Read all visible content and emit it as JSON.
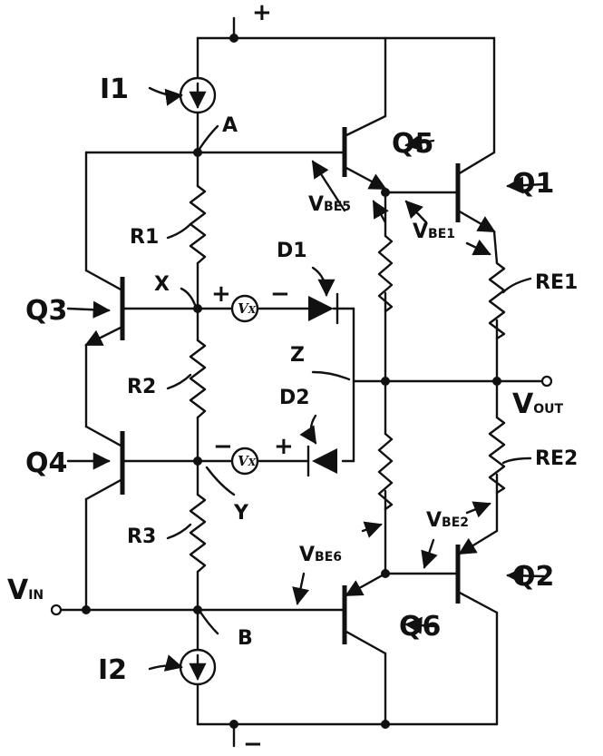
{
  "supply": {
    "positive": "+",
    "negative": "−"
  },
  "currents": {
    "i1": "I1",
    "i2": "I2"
  },
  "nodes": {
    "a": "A",
    "b": "B",
    "x": "X",
    "y": "Y",
    "z": "Z"
  },
  "resistors": {
    "r1": "R1",
    "r2": "R2",
    "r3": "R3",
    "re1": "RE1",
    "re2": "RE2"
  },
  "diodes": {
    "d1": "D1",
    "d2": "D2"
  },
  "transistors": {
    "q1": "Q1",
    "q2": "Q2",
    "q3": "Q3",
    "q4": "Q4",
    "q5": "Q5",
    "q6": "Q6"
  },
  "vbe": {
    "vbe5": {
      "main": "V",
      "sub": "BE5"
    },
    "vbe1": {
      "main": "V",
      "sub": "BE1"
    },
    "vbe6": {
      "main": "V",
      "sub": "BE6"
    },
    "vbe2": {
      "main": "V",
      "sub": "BE2"
    }
  },
  "sources": {
    "vx_top": {
      "main": "V",
      "sub": "X",
      "plus": "+",
      "minus": "−"
    },
    "vx_bottom": {
      "main": "V",
      "sub": "X",
      "plus": "+",
      "minus": "−"
    }
  },
  "terminals": {
    "vin": {
      "main": "V",
      "sub": "IN"
    },
    "vout": {
      "main": "V",
      "sub": "OUT"
    }
  }
}
